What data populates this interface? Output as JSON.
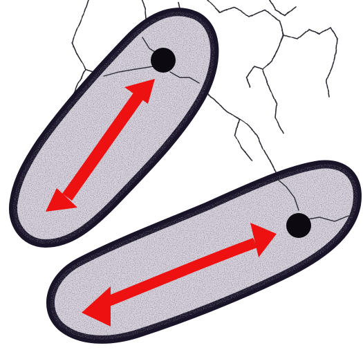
{
  "diagram": {
    "cells": [
      {
        "id": "cell-upper",
        "has_polar_body": true,
        "arrow": "double-headed"
      },
      {
        "id": "cell-lower",
        "has_polar_body": true,
        "arrow": "double-headed"
      }
    ],
    "colors": {
      "background": "#ffffff",
      "cell_outline": "#1a1428",
      "cell_fill": "#d8d2dc",
      "speckle": "#3a3444",
      "arrow": "#ee1111",
      "polar_body": "#0c0a10",
      "fibers": "#2a2a30"
    },
    "icons": {
      "cell": "elongated-cell-shape",
      "arrow": "double-headed-arrow-icon",
      "polar_body": "filled-dot-icon",
      "fibers": "branching-line-network"
    }
  }
}
